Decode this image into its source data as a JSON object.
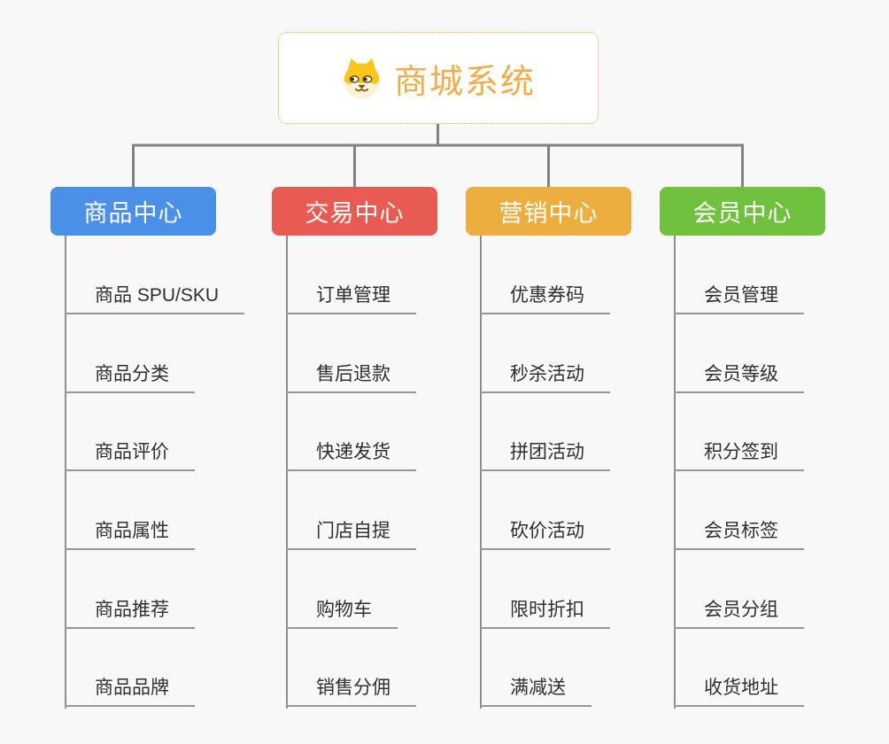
{
  "app": {
    "background_color": "#F8F8F8",
    "connector_color": "#828282"
  },
  "root": {
    "title": "商城系统",
    "icon": "dog-face-icon",
    "title_color": "#F1AD4B",
    "border_color": "#EDA53E"
  },
  "branches": [
    {
      "label": "商品中心",
      "color": "#4A90E8",
      "items": [
        "商品 SPU/SKU",
        "商品分类",
        "商品评价",
        "商品属性",
        "商品推荐",
        "商品品牌"
      ]
    },
    {
      "label": "交易中心",
      "color": "#E85B53",
      "items": [
        "订单管理",
        "售后退款",
        "快递发货",
        "门店自提",
        "购物车",
        "销售分佣"
      ]
    },
    {
      "label": "营销中心",
      "color": "#EDAE40",
      "items": [
        "优惠券码",
        "秒杀活动",
        "拼团活动",
        "砍价活动",
        "限时折扣",
        "满减送"
      ]
    },
    {
      "label": "会员中心",
      "color": "#70C13E",
      "items": [
        "会员管理",
        "会员等级",
        "积分签到",
        "会员标签",
        "会员分组",
        "收货地址"
      ]
    }
  ]
}
